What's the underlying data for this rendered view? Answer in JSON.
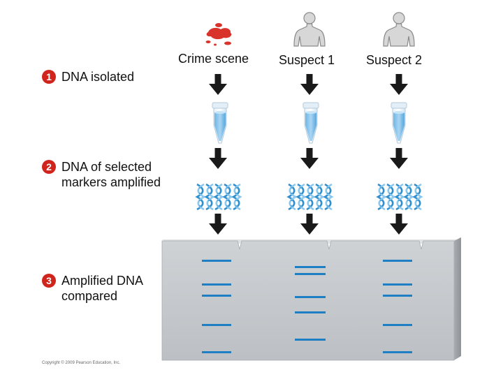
{
  "columns": [
    {
      "label": "Crime scene"
    },
    {
      "label": "Suspect 1"
    },
    {
      "label": "Suspect 2"
    }
  ],
  "steps": [
    {
      "number": "1",
      "text": "DNA isolated"
    },
    {
      "number": "2",
      "text": "DNA of selected markers amplified",
      "line1": "DNA of selected",
      "line2": "markers amplified"
    },
    {
      "number": "3",
      "text": "Amplified DNA compared",
      "line1": "Amplified DNA",
      "line2": "compared"
    }
  ],
  "copyright": "Copyright © 2009 Pearson Education, Inc.",
  "colors": {
    "step_badge": "#d0251c",
    "band": "#1f7fc4",
    "gel": "#c6c9cc",
    "blood": "#d9342b",
    "helix": "#3aa3d9"
  }
}
